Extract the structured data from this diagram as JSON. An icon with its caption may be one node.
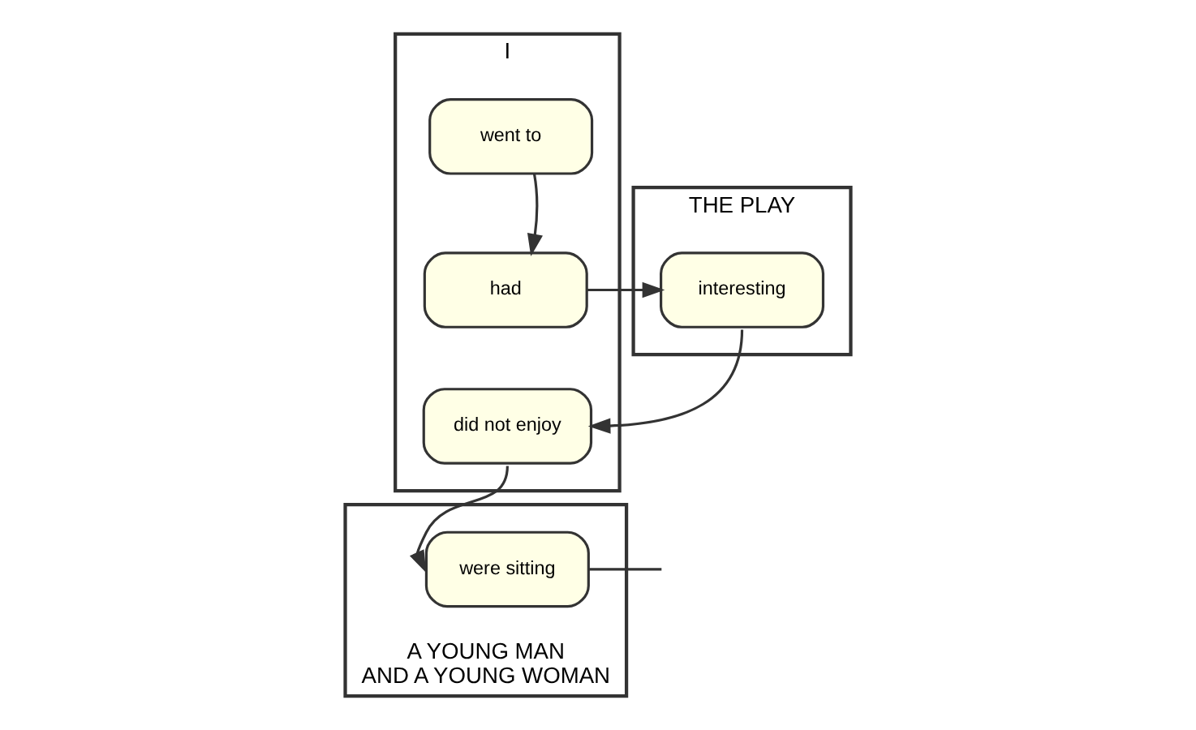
{
  "diagram": {
    "nodes": [
      {
        "text": [
          "I"
        ]
      },
      {
        "text": [
          "went to"
        ],
        "in": 0
      },
      {
        "text": [
          "had"
        ],
        "in": 0
      },
      {
        "text": [
          "did not enjoy"
        ],
        "in": 0
      },
      {
        "text": [
          "THE PLAY"
        ]
      },
      {
        "text": [
          "interesting"
        ],
        "in": 4
      },
      {
        "text": [
          "A YOUNG MAN AND A YOUNG WOMAN"
        ]
      },
      {
        "text": [
          "were sitting"
        ],
        "in": 6
      }
    ],
    "edges": [
      {
        "from": 1,
        "to": 2,
        "arrow": "to"
      },
      {
        "from": 2,
        "to": 5,
        "arrow": "to"
      },
      {
        "from": 5,
        "to": 3,
        "arrow": "to"
      },
      {
        "from": 3,
        "to": 7,
        "arrow": "to"
      },
      {
        "from": 7,
        "to": null,
        "arrow": "none"
      }
    ]
  }
}
